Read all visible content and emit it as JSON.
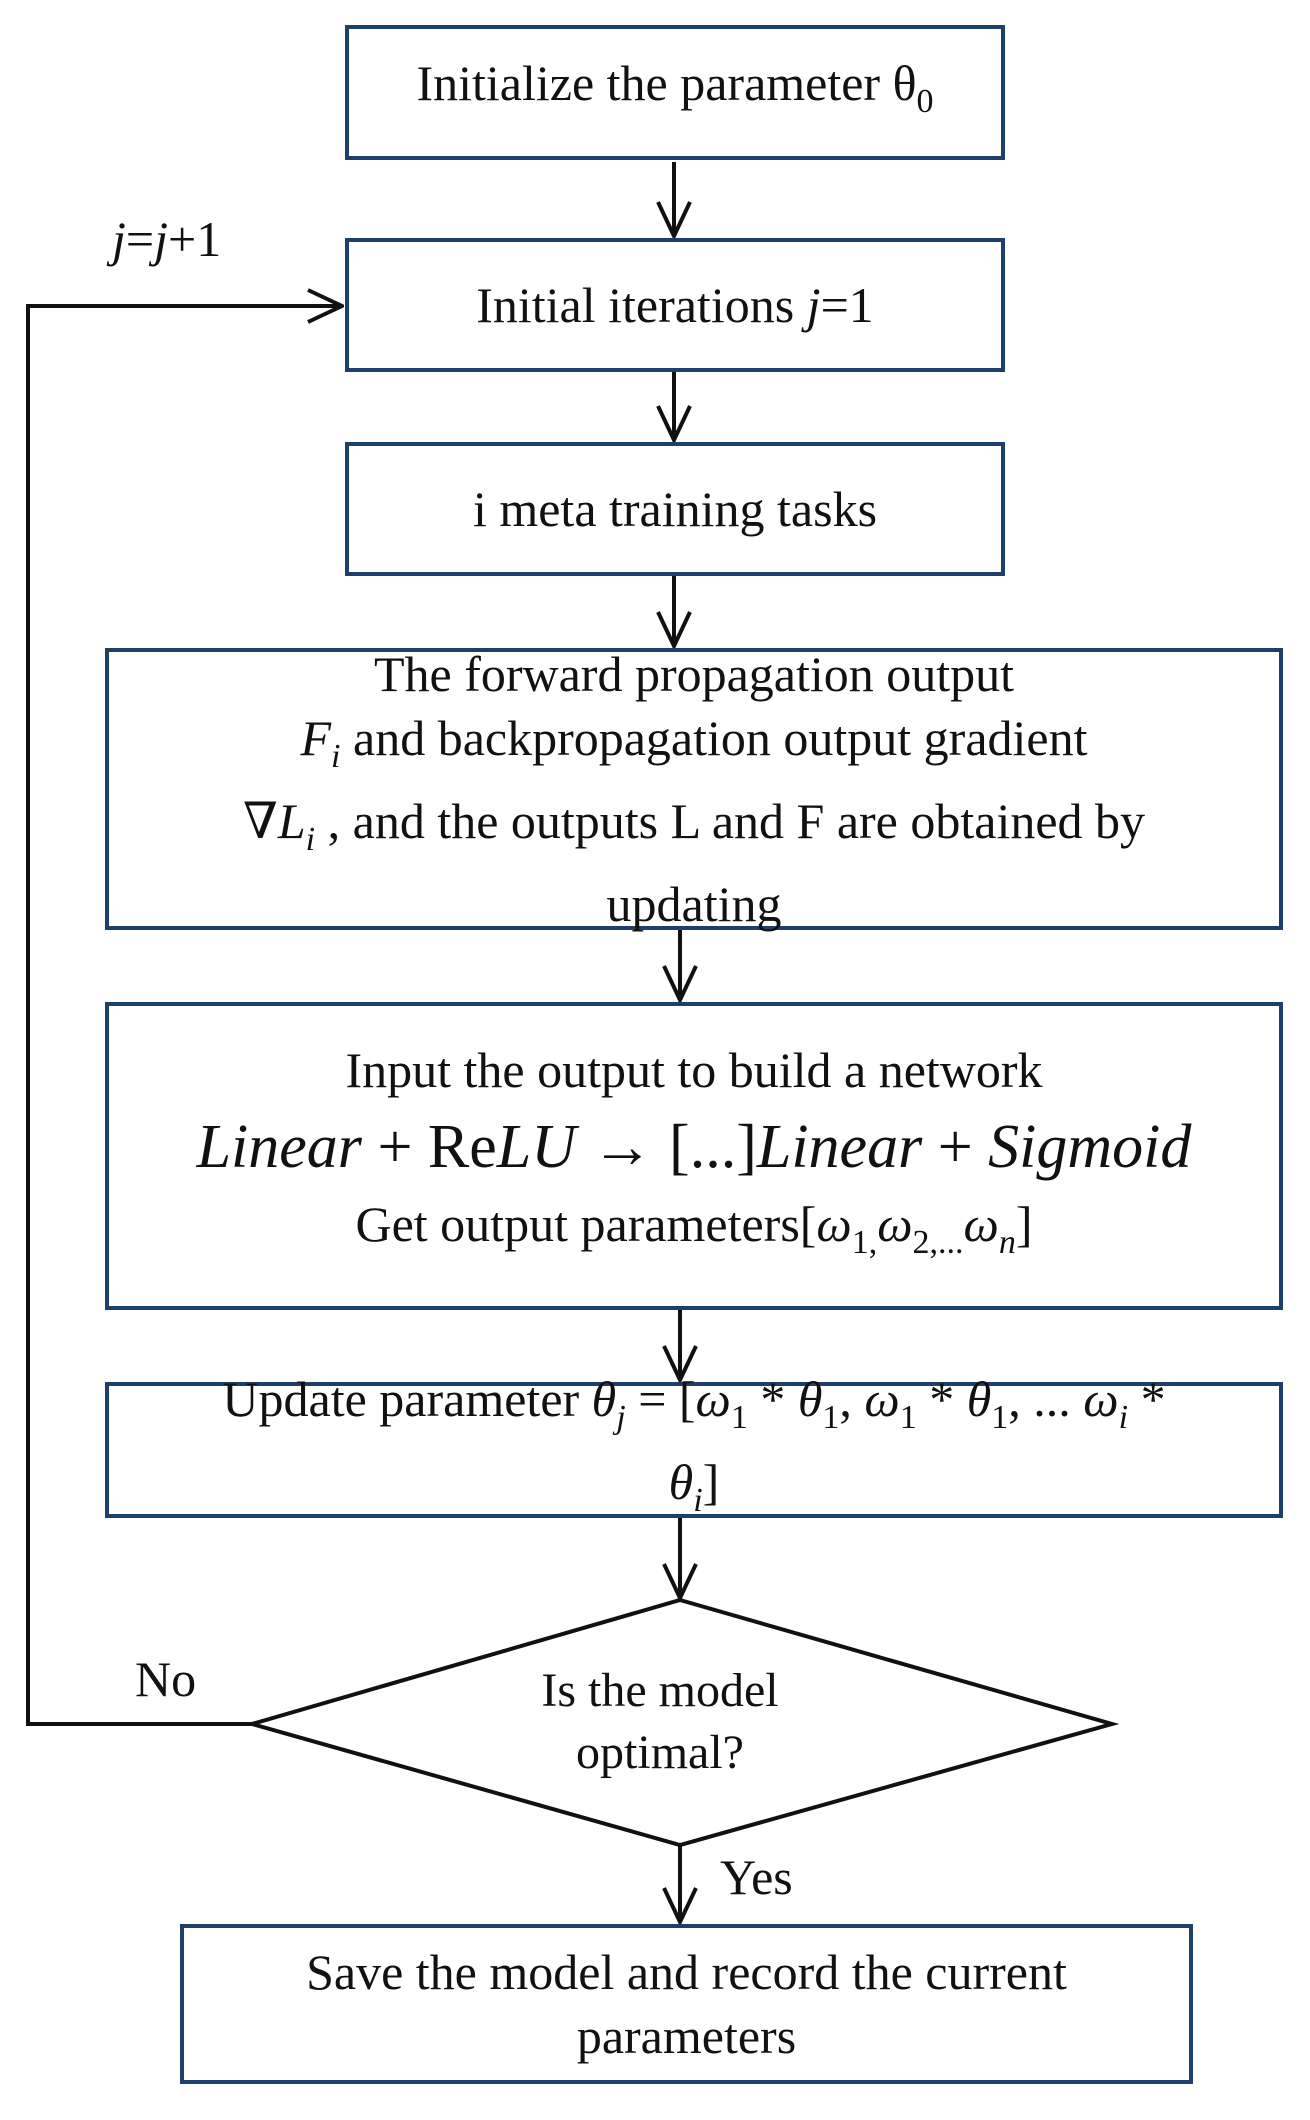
{
  "nodes": {
    "init_param": {
      "label": "Initialize the parameter θ",
      "sub": "0"
    },
    "init_iter": {
      "label": "Initial iterations ",
      "var": "j",
      "rest": "=1"
    },
    "meta_tasks": {
      "label": "i meta training tasks"
    },
    "forward": {
      "line1": "The forward propagation output",
      "line2_var": "F",
      "line2_sub": "i",
      "line2_rest": " and backpropagation output gradient",
      "line3_var": "∇L",
      "line3_sub": "i",
      "line3_rest": " ,  and the outputs L and F are obtained by",
      "line4": "updating"
    },
    "network": {
      "line1": "Input the output to build a network",
      "f_linear1": "Linear",
      "f_plus1": " + ",
      "f_re": "Re",
      "f_lu": "LU",
      "f_arrow": " → ",
      "f_dots": "[...]",
      "f_linear2": "Linear",
      "f_plus2": " + ",
      "f_sigmoid": "Sigmoid",
      "line3_pre": "Get output parameters[",
      "w": "ω",
      "s1": "1,",
      "s2": "2,...",
      "sn": "n",
      "close": "]"
    },
    "update": {
      "line1_pre": "Update parameter ",
      "theta": "θ",
      "j": "j",
      "eq": " = [",
      "w": "ω",
      "one": "1",
      "star": " * ",
      "comma": ", ",
      "dots": ", ...",
      "i": "i",
      "close": "]"
    },
    "decision": {
      "line1": "Is the model",
      "line2": "optimal?"
    },
    "save": {
      "line1": "Save the model and record the current",
      "line2": "parameters"
    }
  },
  "edge_labels": {
    "loop": {
      "var1": "j",
      "eq": "=",
      "var2": "j",
      "rest": "+1"
    },
    "no": "No",
    "yes": "Yes"
  }
}
